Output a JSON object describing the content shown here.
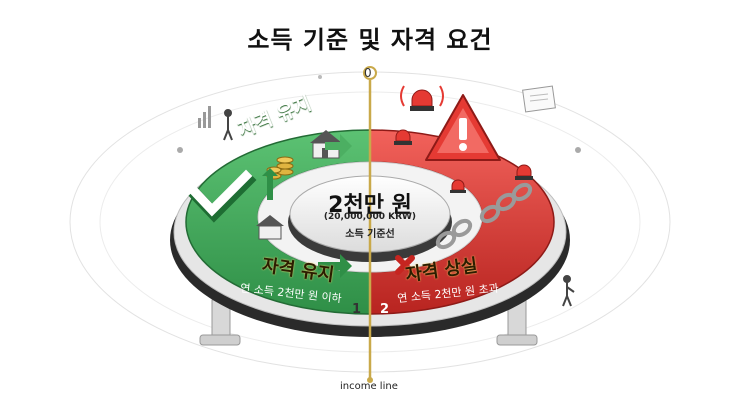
{
  "title": "소득 기준 및 자격 요건",
  "center": {
    "amount": "2천만 원",
    "amount_krw": "(20,000,000 KRW)",
    "subtitle": "소득 기준선"
  },
  "axis": {
    "zero_label": "0",
    "line_label": "income line"
  },
  "zone_left": {
    "label_top": "자격 유지",
    "label_bottom": "자격 유지",
    "condition": "연 소득 2천만 원 이하",
    "number": "1",
    "color": "#3fa659",
    "icons": [
      "check-icon",
      "house-icon",
      "coins-icon",
      "arrow-icon"
    ]
  },
  "zone_right": {
    "label_bottom": "자격 상실",
    "condition": "연 소득 2천만 원 초과",
    "number": "2",
    "color": "#d9322e",
    "icons": [
      "warning-icon",
      "alarm-icon",
      "broken-chain-icon",
      "x-icon"
    ]
  }
}
